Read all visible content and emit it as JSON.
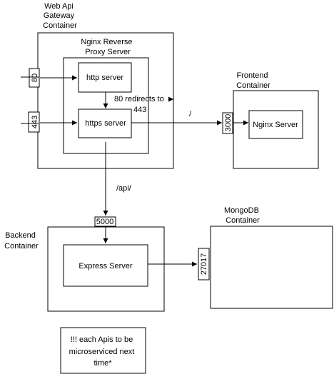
{
  "containers": {
    "gateway_title": [
      "Web Api",
      "Gateway",
      "Container"
    ],
    "nginx_proxy_title": [
      "Nginx Reverse",
      "Proxy Server"
    ],
    "frontend_title": [
      "Frontend",
      "Container"
    ],
    "backend_title": [
      "Backend",
      "Container"
    ],
    "mongodb_title": [
      "MongoDB",
      "Container"
    ]
  },
  "servers": {
    "http": "http server",
    "https": "https server",
    "nginx": "Nginx Server",
    "express": "Express Server"
  },
  "ports": {
    "p80": "80",
    "p443": "443",
    "p3000": "3000",
    "p5000": "5000",
    "p27017": "27017"
  },
  "edges": {
    "redirect": [
      "80 redirects to",
      "443"
    ],
    "root": "/",
    "api": "/api/"
  },
  "note": [
    "!!! each Apis to be",
    "microserviced next",
    "time*"
  ]
}
